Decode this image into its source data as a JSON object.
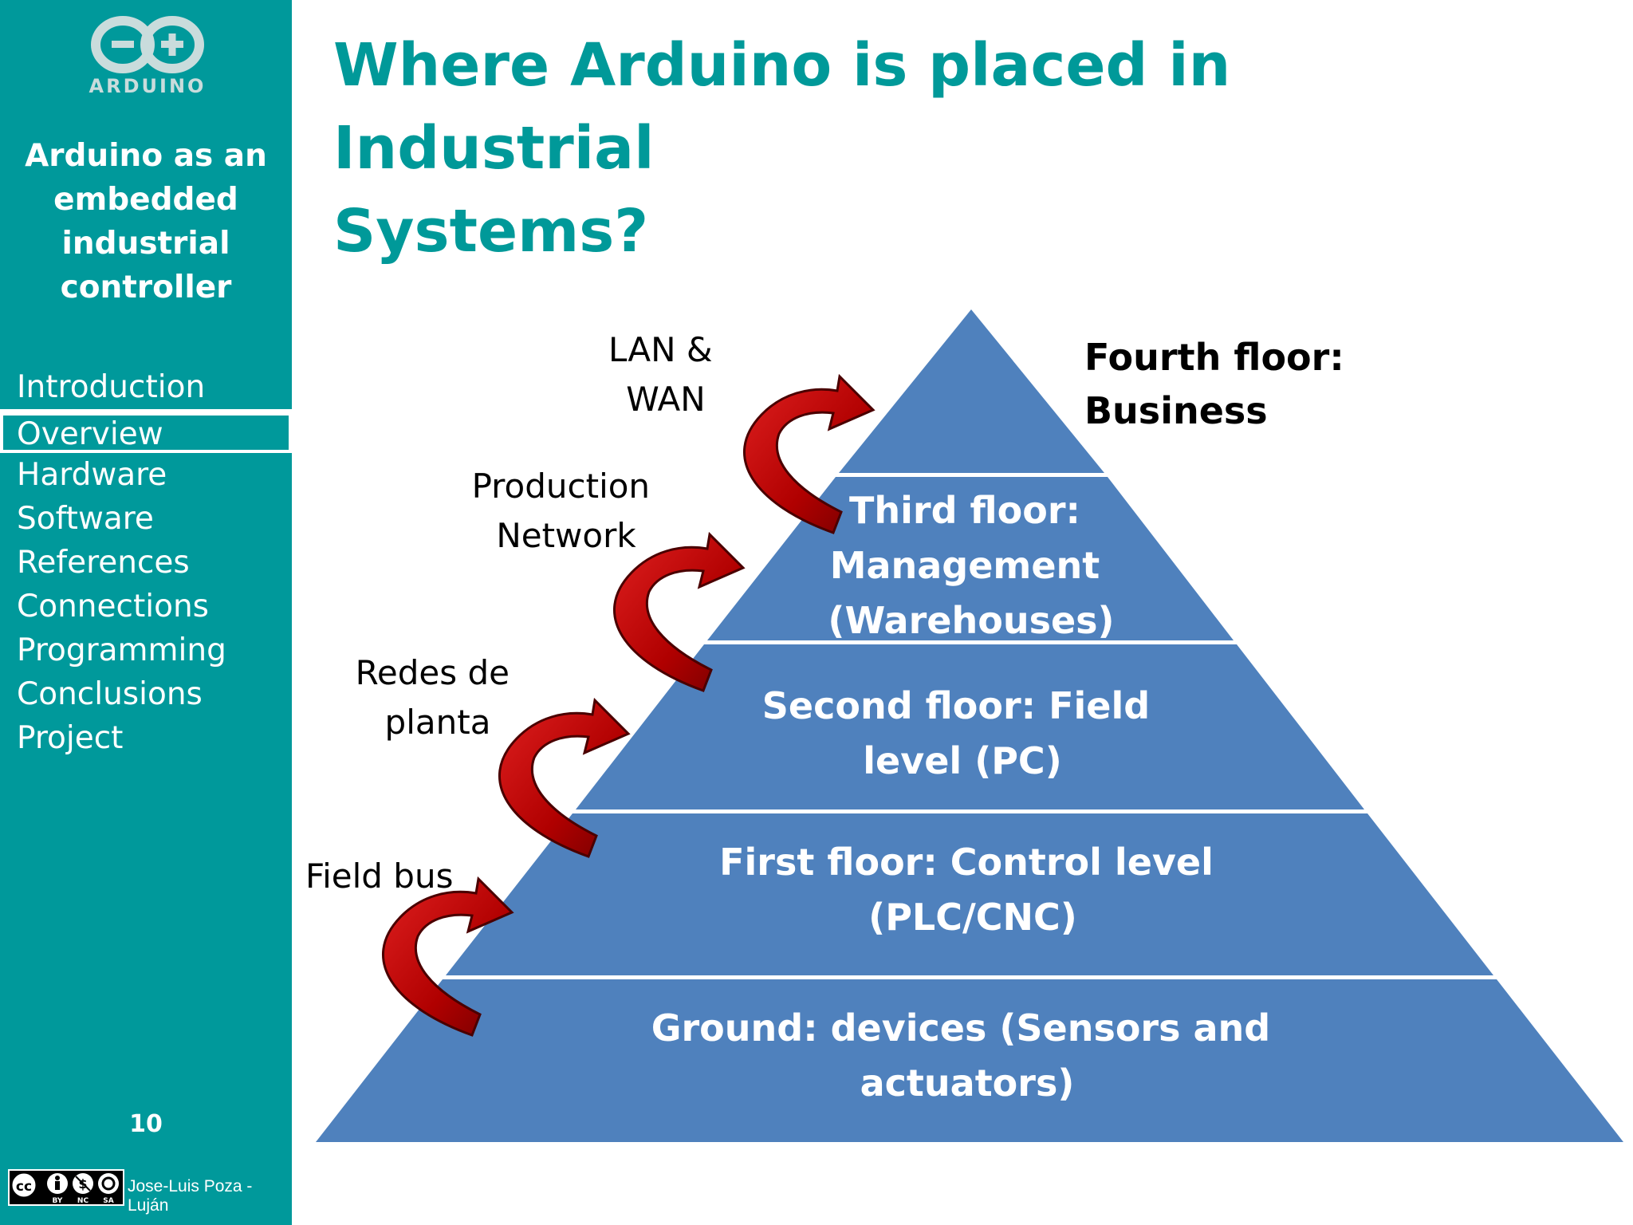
{
  "sidebar": {
    "logo_text": "ARDUINO",
    "course_title_lines": [
      "Arduino as an",
      "embedded",
      "industrial",
      "controller"
    ],
    "nav_items": [
      {
        "label": "Introduction",
        "active": false
      },
      {
        "label": "Overview",
        "active": true
      },
      {
        "label": "Hardware",
        "active": false
      },
      {
        "label": "Software",
        "active": false
      },
      {
        "label": "References",
        "active": false
      },
      {
        "label": "Connections",
        "active": false
      },
      {
        "label": "Programming",
        "active": false
      },
      {
        "label": "Conclusions",
        "active": false
      },
      {
        "label": "Project",
        "active": false
      }
    ],
    "page_number": "10",
    "license_badge": {
      "by": "BY",
      "nc": "NC",
      "sa": "SA"
    },
    "author": "Jose-Luis Poza -Luján"
  },
  "slide": {
    "title_lines": [
      "Where Arduino is placed in Industrial",
      "Systems?"
    ]
  },
  "diagram": {
    "levels": [
      {
        "name": "ground",
        "lines": [
          "Ground: devices (Sensors and",
          "actuators)"
        ]
      },
      {
        "name": "first-floor",
        "lines": [
          "First floor: Control level",
          "(PLC/CNC)"
        ]
      },
      {
        "name": "second-floor",
        "lines": [
          "Second floor: Field",
          "level (PC)"
        ]
      },
      {
        "name": "third-floor",
        "lines": [
          "Third floor:",
          "Management",
          "(Warehouses)"
        ]
      },
      {
        "name": "fourth-floor",
        "lines": [
          "Fourth floor:",
          "Business"
        ]
      }
    ],
    "networks": [
      {
        "name": "field-bus",
        "lines": [
          "Field bus"
        ]
      },
      {
        "name": "redes-de-planta",
        "lines": [
          "Redes de",
          "planta"
        ]
      },
      {
        "name": "production-network",
        "lines": [
          "Production",
          "Network"
        ]
      },
      {
        "name": "lan-wan",
        "lines": [
          "LAN &",
          "WAN"
        ]
      }
    ],
    "colors": {
      "pyramid": "#4f81bd",
      "arrow": "#c00000",
      "arrow_dark": "#7a0000",
      "sidebar": "#00999b",
      "title": "#009999"
    }
  }
}
